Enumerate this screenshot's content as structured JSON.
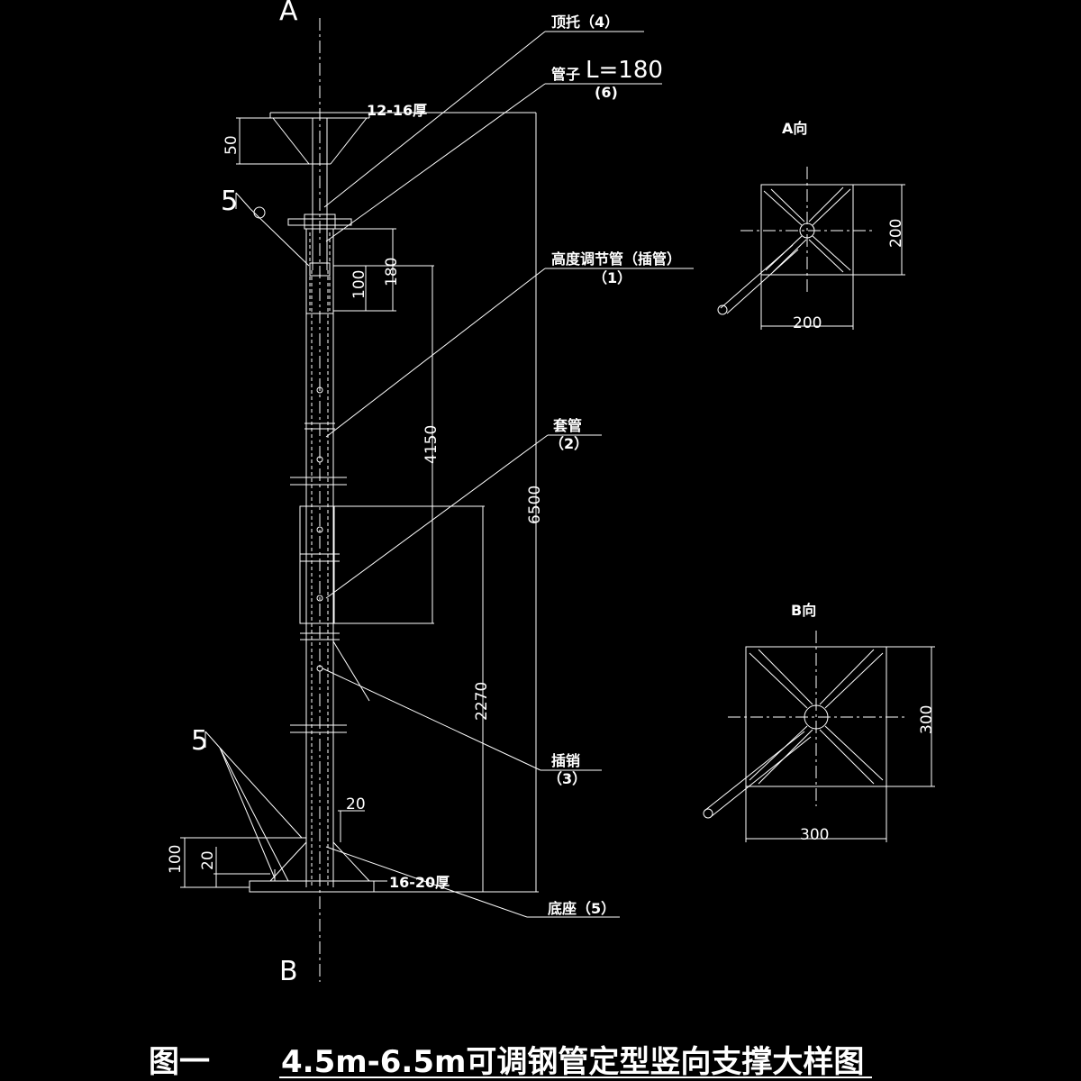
{
  "title": {
    "figure_no": "图一",
    "text": "4.5m-6.5m可调钢管定型竖向支撑大样图"
  },
  "axis_labels": {
    "top": "A",
    "bottom": "B"
  },
  "parts": {
    "top_support": "顶托（4）",
    "pipe": "管子",
    "pipe_length": "L=180",
    "pipe_no": "(6)",
    "adjust_pipe": "高度调节管（插管）",
    "adjust_pipe_no": "（1）",
    "sleeve": "套管",
    "sleeve_no": "（2）",
    "pin": "插销",
    "pin_no": "（3）",
    "base": "底座（5）"
  },
  "notes": {
    "top_plate": "12-16厚",
    "base_plate": "16-20厚",
    "weld_top": "5",
    "weld_bottom": "5"
  },
  "dimensions": {
    "d50": "50",
    "d180": "180",
    "d100_top": "100",
    "d4150": "4150",
    "d6500": "6500",
    "d2270": "2270",
    "d20_right": "20",
    "d100_base": "100",
    "d20_base": "20"
  },
  "view_a": {
    "label": "A向",
    "width": "200",
    "height": "200"
  },
  "view_b": {
    "label": "B向",
    "width": "300",
    "height": "300"
  }
}
